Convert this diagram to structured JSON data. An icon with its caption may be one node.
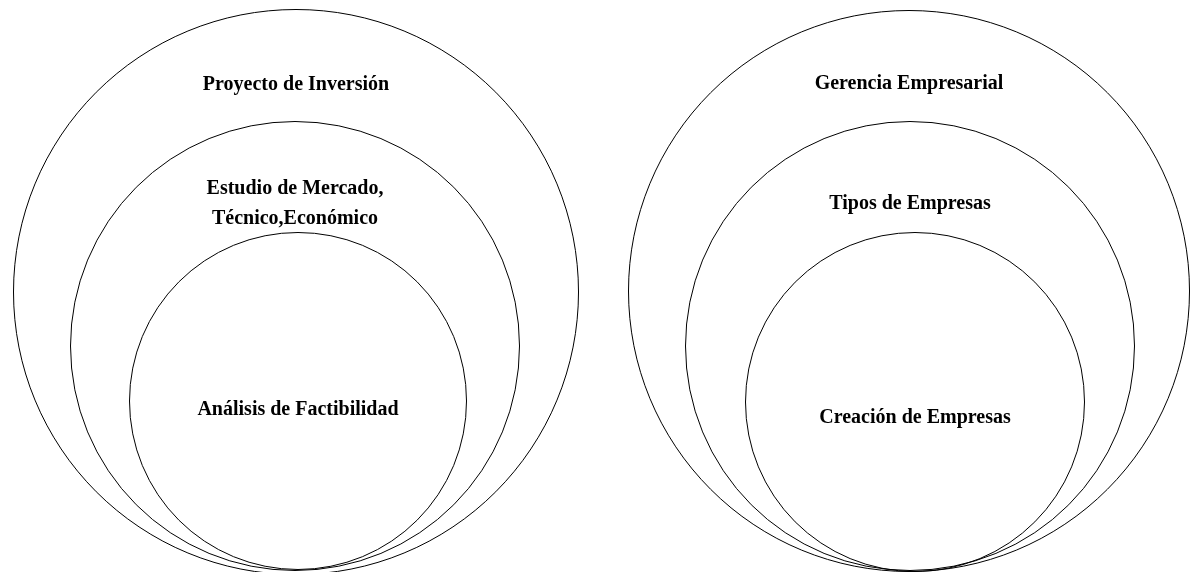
{
  "diagram": {
    "nodes": [
      {
        "text": [
          "Proyecto de Inversión"
        ]
      },
      {
        "text": [
          "Estudio de Mercado, Técnico,Económico"
        ],
        "in": 0
      },
      {
        "text": [
          "Análisis de Factibilidad"
        ],
        "in": 1
      },
      {
        "text": [
          "Gerencia Empresarial"
        ]
      },
      {
        "text": [
          "Tipos de Empresas"
        ],
        "in": 3
      },
      {
        "text": [
          "Creación de Empresas"
        ],
        "in": 4
      }
    ]
  }
}
